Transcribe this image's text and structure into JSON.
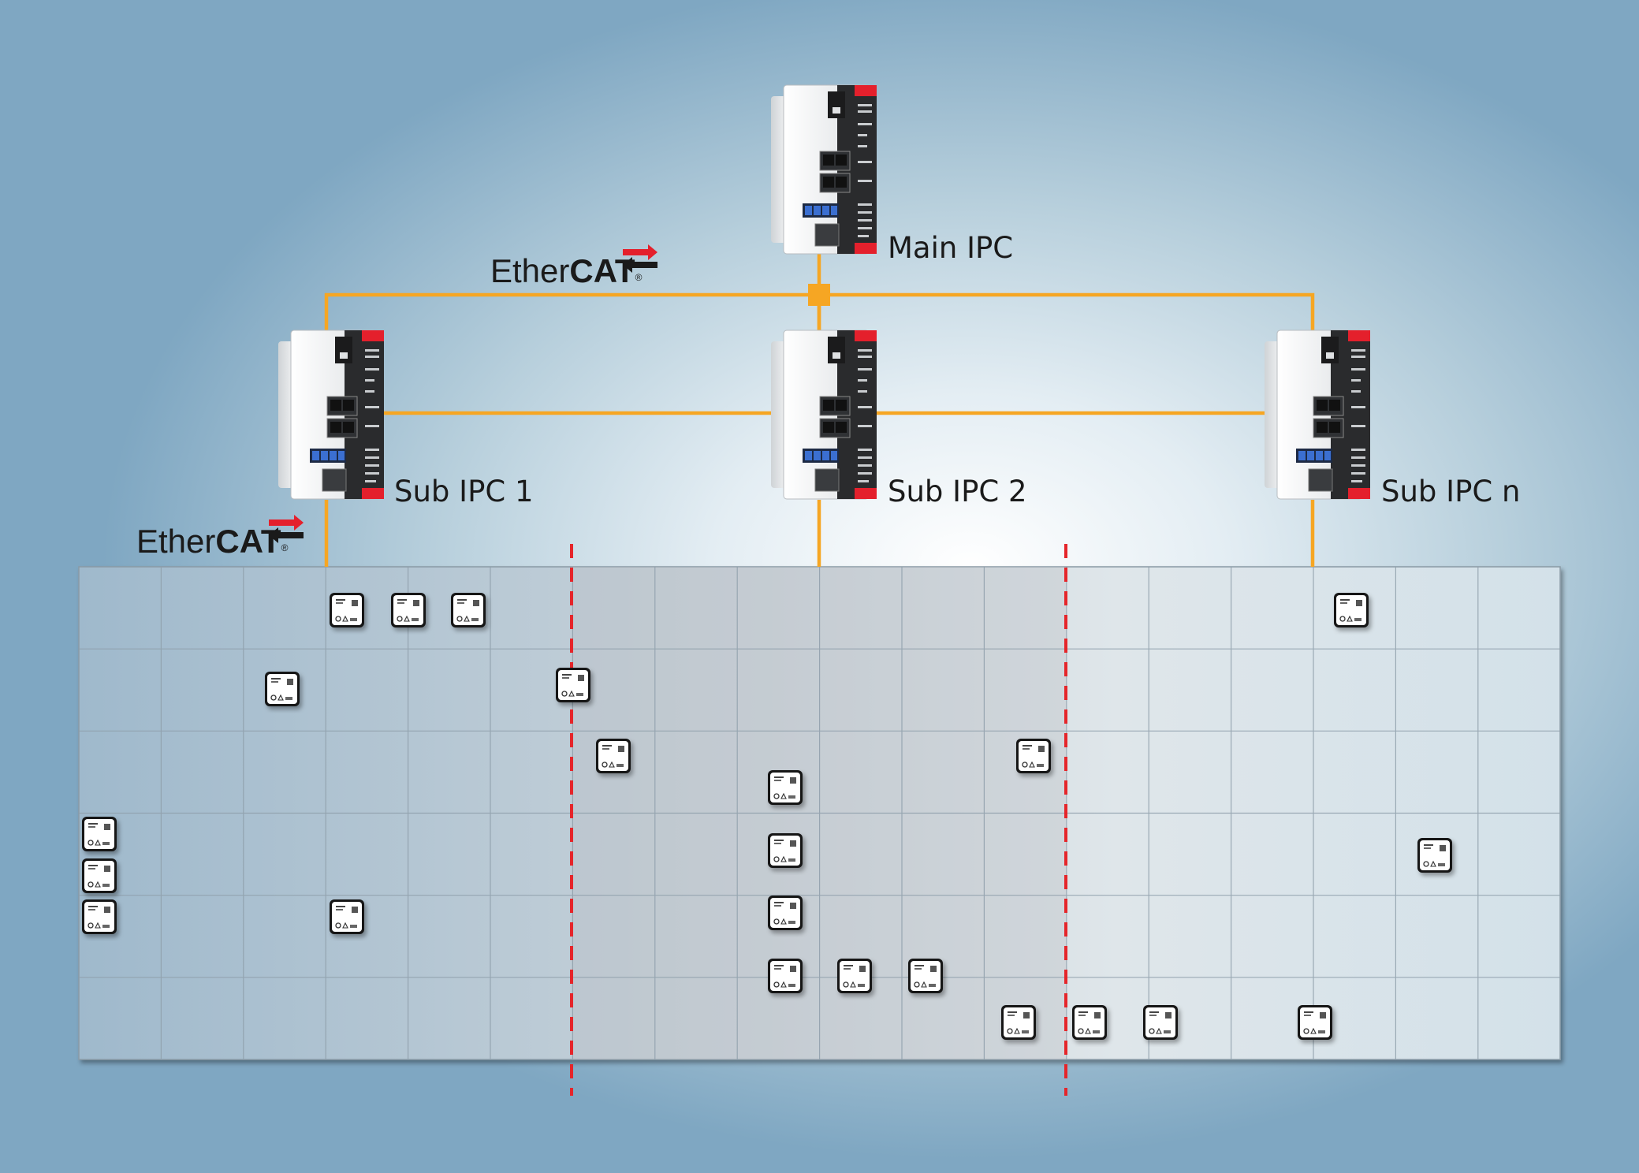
{
  "labels": {
    "main_ipc": "Main IPC",
    "sub_ipc_1": "Sub IPC 1",
    "sub_ipc_2": "Sub IPC 2",
    "sub_ipc_n": "Sub IPC n"
  },
  "ethercat_logo": {
    "ether": "Ether",
    "cat": "CAT",
    "registered": "®"
  },
  "colors": {
    "network_line": "#f6a623",
    "zone_divider": "#e5252a",
    "accent_red": "#e4202c",
    "ipc_body": "#eef0f2"
  },
  "layout_grid": {
    "columns": 18,
    "rows": 6
  },
  "icons": [
    "ipc-controller-icon",
    "mover-icon",
    "ethercat-arrows-icon",
    "ethercat-junction-icon"
  ]
}
